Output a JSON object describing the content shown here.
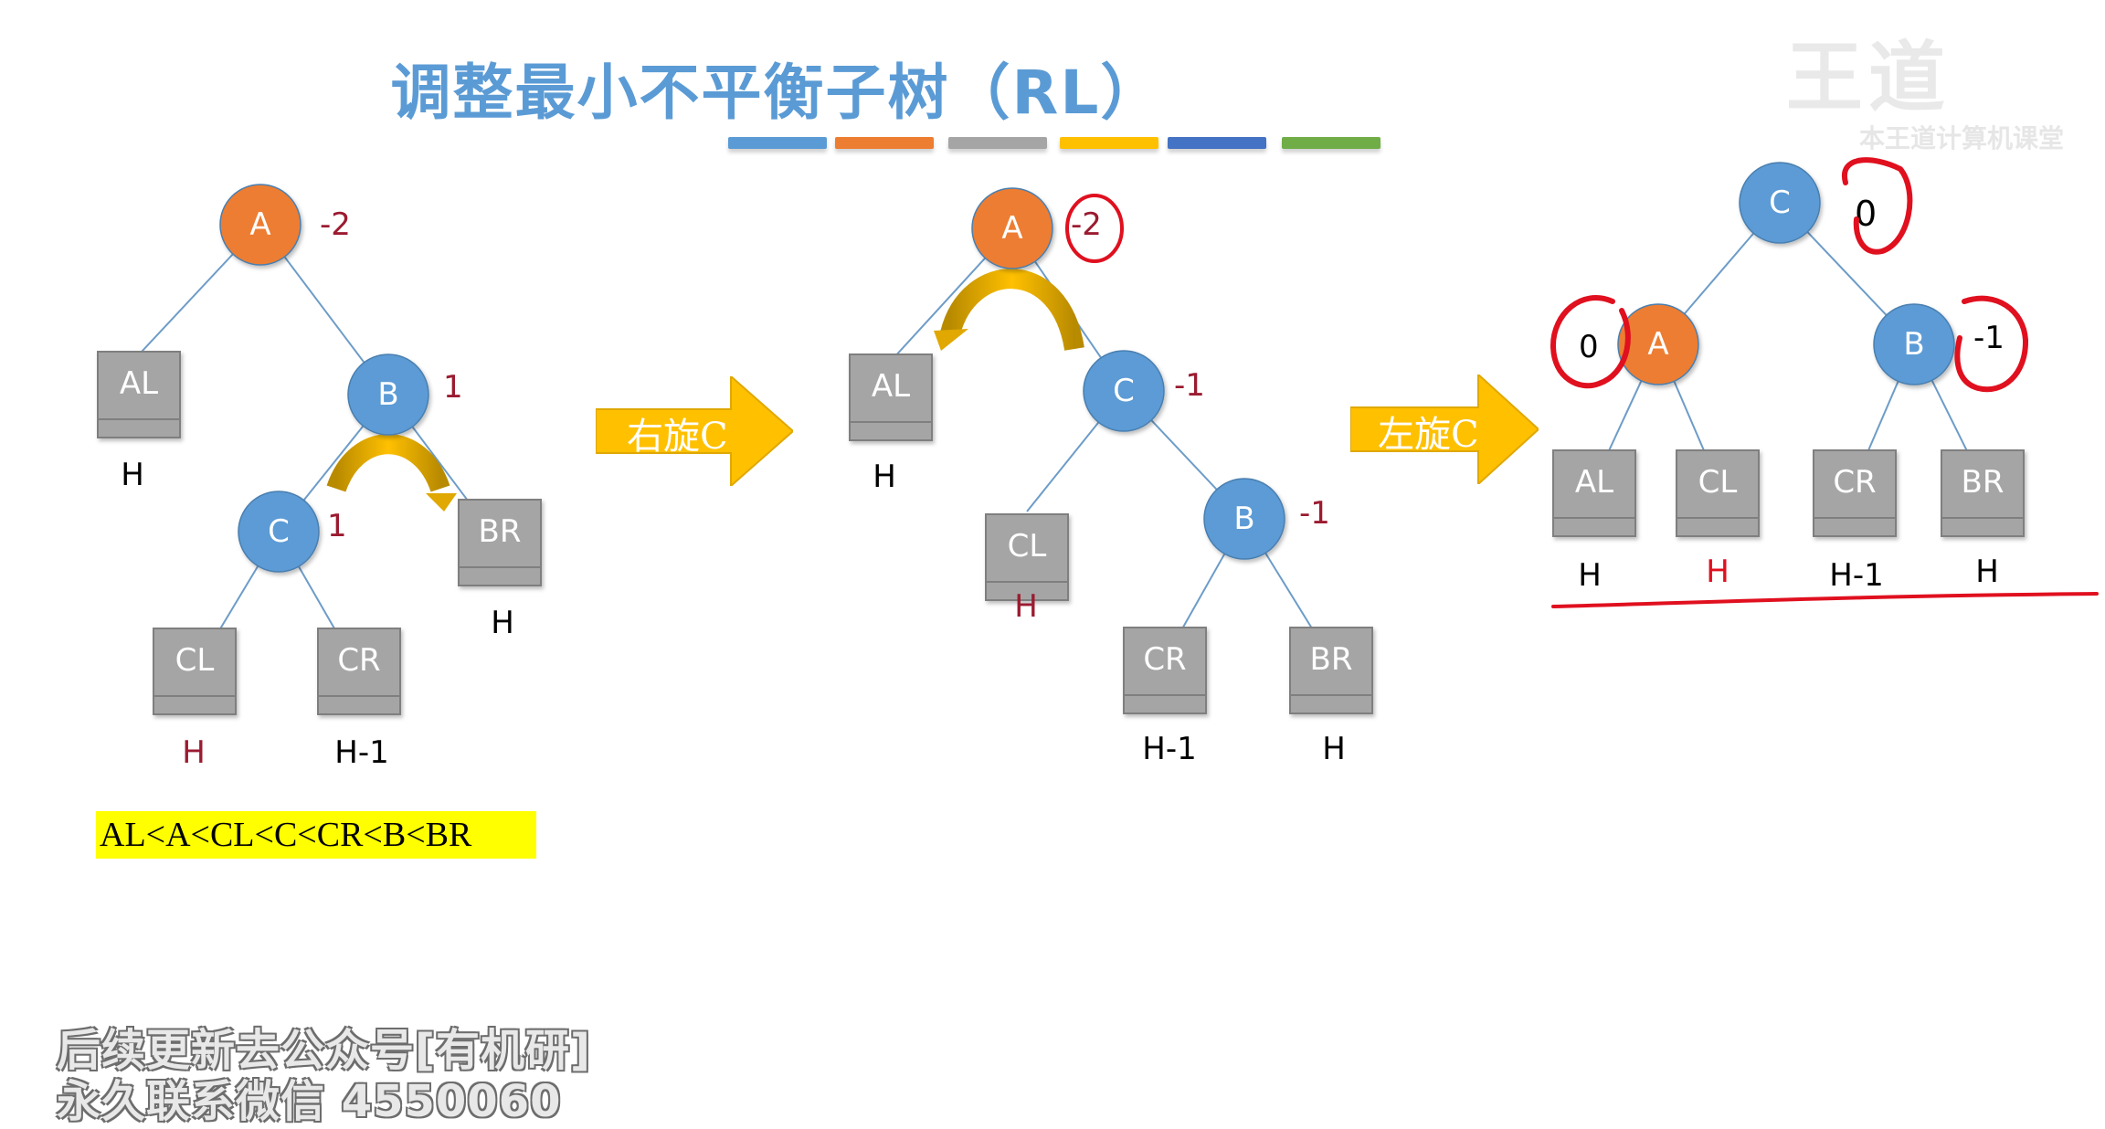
{
  "title": "调整最小不平衡子树（RL）",
  "color_bars": [
    "#5b9bd5",
    "#ed7d31",
    "#a5a5a5",
    "#ffc000",
    "#4472c4",
    "#70ad47"
  ],
  "arrows": [
    {
      "label": "右旋C",
      "color": "#ffc000"
    },
    {
      "label": "左旋C",
      "color": "#ffc000"
    }
  ],
  "order_text": "AL<A<CL<C<CR<B<BR",
  "colors": {
    "circle_orange": "#ed7d31",
    "circle_blue": "#5b9bd5",
    "box_gray": "#a5a5a5",
    "factor": "#9b1b30",
    "ink_red": "#e0101f"
  },
  "diagram1": {
    "nodes": {
      "A": "A",
      "B": "B",
      "C": "C"
    },
    "factors": {
      "A": "-2",
      "B": "1",
      "C": "1"
    },
    "subtrees": {
      "AL": "AL",
      "BR": "BR",
      "CL": "CL",
      "CR": "CR"
    },
    "heights": {
      "AL": "H",
      "BR": "H",
      "CL": "H",
      "CR": "H-1"
    }
  },
  "diagram2": {
    "nodes": {
      "A": "A",
      "C": "C",
      "B": "B"
    },
    "factors": {
      "A": "-2",
      "C": "-1",
      "B": "-1"
    },
    "subtrees": {
      "AL": "AL",
      "CL": "CL",
      "CR": "CR",
      "BR": "BR"
    },
    "heights": {
      "AL": "H",
      "CL": "H",
      "CR": "H-1",
      "BR": "H"
    }
  },
  "diagram3": {
    "nodes": {
      "C": "C",
      "A": "A",
      "B": "B"
    },
    "factors": {
      "C": "0",
      "A": "0",
      "B": "-1"
    },
    "subtrees": {
      "AL": "AL",
      "CL": "CL",
      "CR": "CR",
      "BR": "BR"
    },
    "heights": {
      "AL": "H",
      "CL": "H",
      "CR": "H-1",
      "BR": "H"
    }
  },
  "watermark": {
    "logo": "王道",
    "tagline": "本王道计算机课堂",
    "line1": "后续更新去公众号[有机研]",
    "line2": "永久联系微信 4550060"
  }
}
